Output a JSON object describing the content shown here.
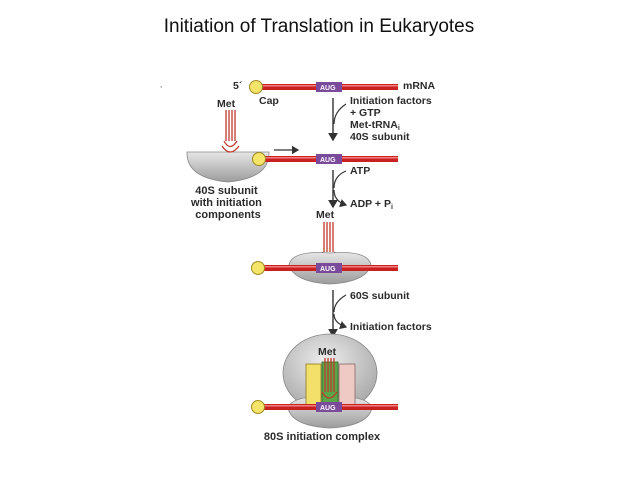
{
  "slide": {
    "title": "Initiation of Translation in Eukaryotes"
  },
  "labels": {
    "five_prime": "5´",
    "cap": "Cap",
    "mrna": "mRNA",
    "met": "Met",
    "aug": "AUG",
    "initiation_factors_gtp": [
      "Initiation factors",
      "+ GTP"
    ],
    "met_trna": "Met-tRNA",
    "met_trna_sub": "i",
    "subunit_40s": "40S subunit",
    "subunit_40s_with_components": [
      "40S subunit",
      "with initiation",
      "components"
    ],
    "atp": "ATP",
    "adp_pi": "ADP + P",
    "adp_pi_sub": "i",
    "subunit_60s": "60S subunit",
    "initiation_factors": "Initiation factors",
    "complex_80s": "80S initiation complex"
  },
  "colors": {
    "mrna_red": "#c8211f",
    "cap_yellow": "#f4e46a",
    "ribosome_gray": "#bdbdbd",
    "trna_red": "#c0392b",
    "factor_yellow": "#f2e06b",
    "factor_green": "#5aa54a",
    "factor_pink": "#efc9c4"
  }
}
